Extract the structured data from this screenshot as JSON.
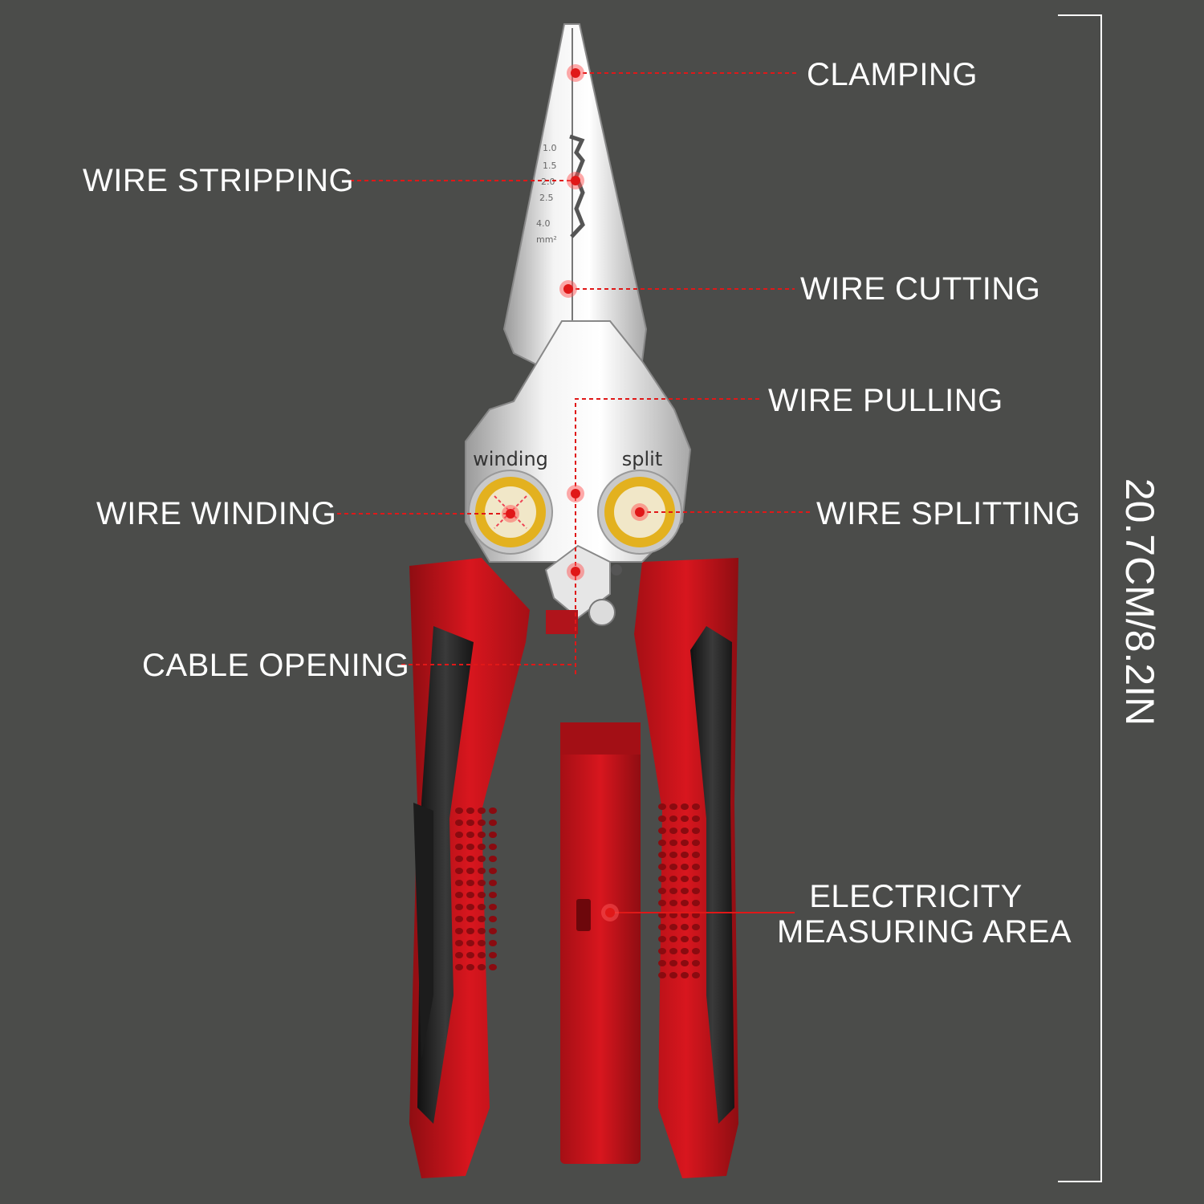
{
  "colors": {
    "background": "#4b4c4a",
    "handle_red": "#c3141c",
    "grip_black": "#232323",
    "steel": "#dedede",
    "ring_gold": "#d9a81c",
    "callout_red": "#e01818",
    "text": "#ffffff"
  },
  "callouts": [
    {
      "id": "clamping",
      "label": "CLAMPING"
    },
    {
      "id": "wire-stripping",
      "label": "WIRE STRIPPING"
    },
    {
      "id": "wire-cutting",
      "label": "WIRE CUTTING"
    },
    {
      "id": "wire-pulling",
      "label": "WIRE PULLING"
    },
    {
      "id": "wire-winding",
      "label": "WIRE WINDING"
    },
    {
      "id": "wire-splitting",
      "label": "WIRE SPLITTING"
    },
    {
      "id": "cable-opening",
      "label": "CABLE OPENING"
    },
    {
      "id": "electricity-measuring-area",
      "label_lines": [
        "ELECTRICITY",
        "MEASURING AREA"
      ]
    }
  ],
  "tool_markings": {
    "left_ring": "winding",
    "right_ring": "split",
    "gauge_ticks": [
      "1.0",
      "1.5",
      "2.0",
      "2.5",
      "4.0"
    ],
    "gauge_unit": "mm²"
  },
  "dimension": {
    "label": "20.7CM/8.2IN"
  }
}
